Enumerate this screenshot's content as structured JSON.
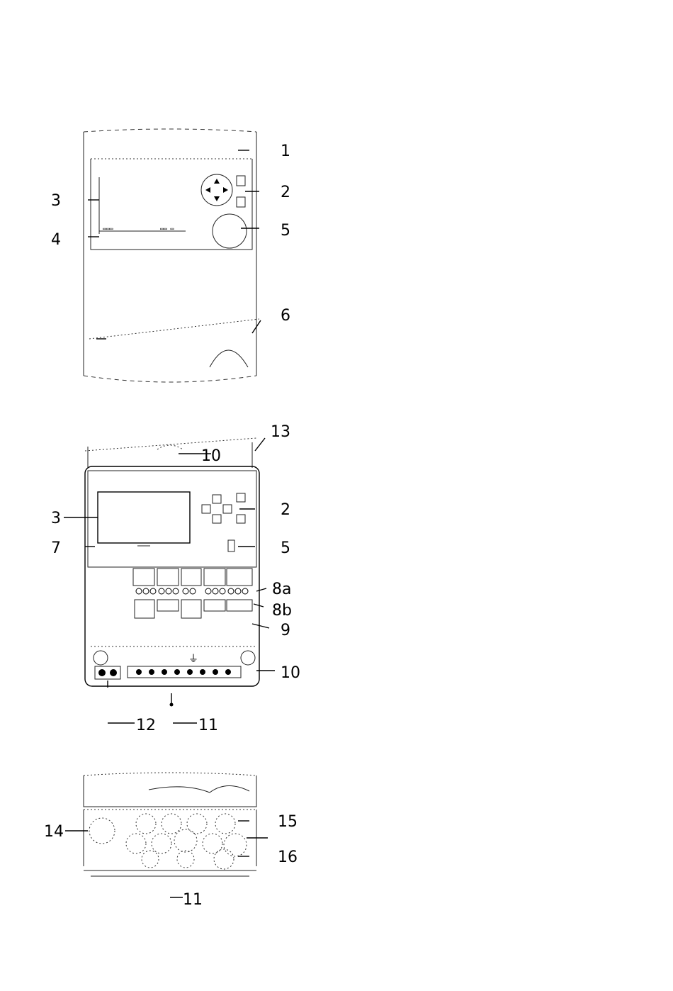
{
  "figure": {
    "view_front": {
      "labels": [
        "1",
        "2",
        "3",
        "4",
        "5",
        "6"
      ]
    },
    "view_open": {
      "labels": [
        "13",
        "10",
        "2",
        "3",
        "5",
        "7",
        "8a",
        "8b",
        "9",
        "10",
        "12",
        "11"
      ]
    },
    "view_bottom": {
      "labels": [
        "14",
        "15",
        "16",
        "11"
      ]
    }
  },
  "colors": {
    "ink": "#000000",
    "paper": "#ffffff"
  },
  "icons": [
    "arrow-up-icon",
    "arrow-down-icon",
    "arrow-left-icon",
    "arrow-right-icon",
    "ground-symbol-icon"
  ]
}
